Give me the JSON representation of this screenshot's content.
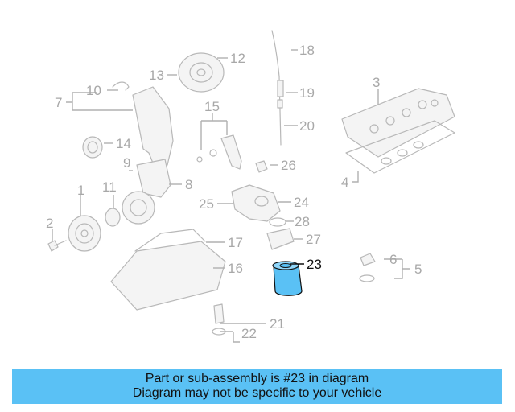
{
  "callouts": [
    "1",
    "2",
    "3",
    "4",
    "5",
    "6",
    "7",
    "8",
    "9",
    "10",
    "11",
    "12",
    "13",
    "14",
    "15",
    "16",
    "17",
    "18",
    "19",
    "20",
    "21",
    "22",
    "23",
    "24",
    "25",
    "26",
    "27",
    "28"
  ],
  "highlight": {
    "label": "23",
    "color": "#5ac1f5"
  },
  "banner": {
    "line1": "Part or sub-assembly is #23 in diagram",
    "line2": "Diagram may not be specific to your vehicle",
    "color": "#5ac1f5"
  }
}
